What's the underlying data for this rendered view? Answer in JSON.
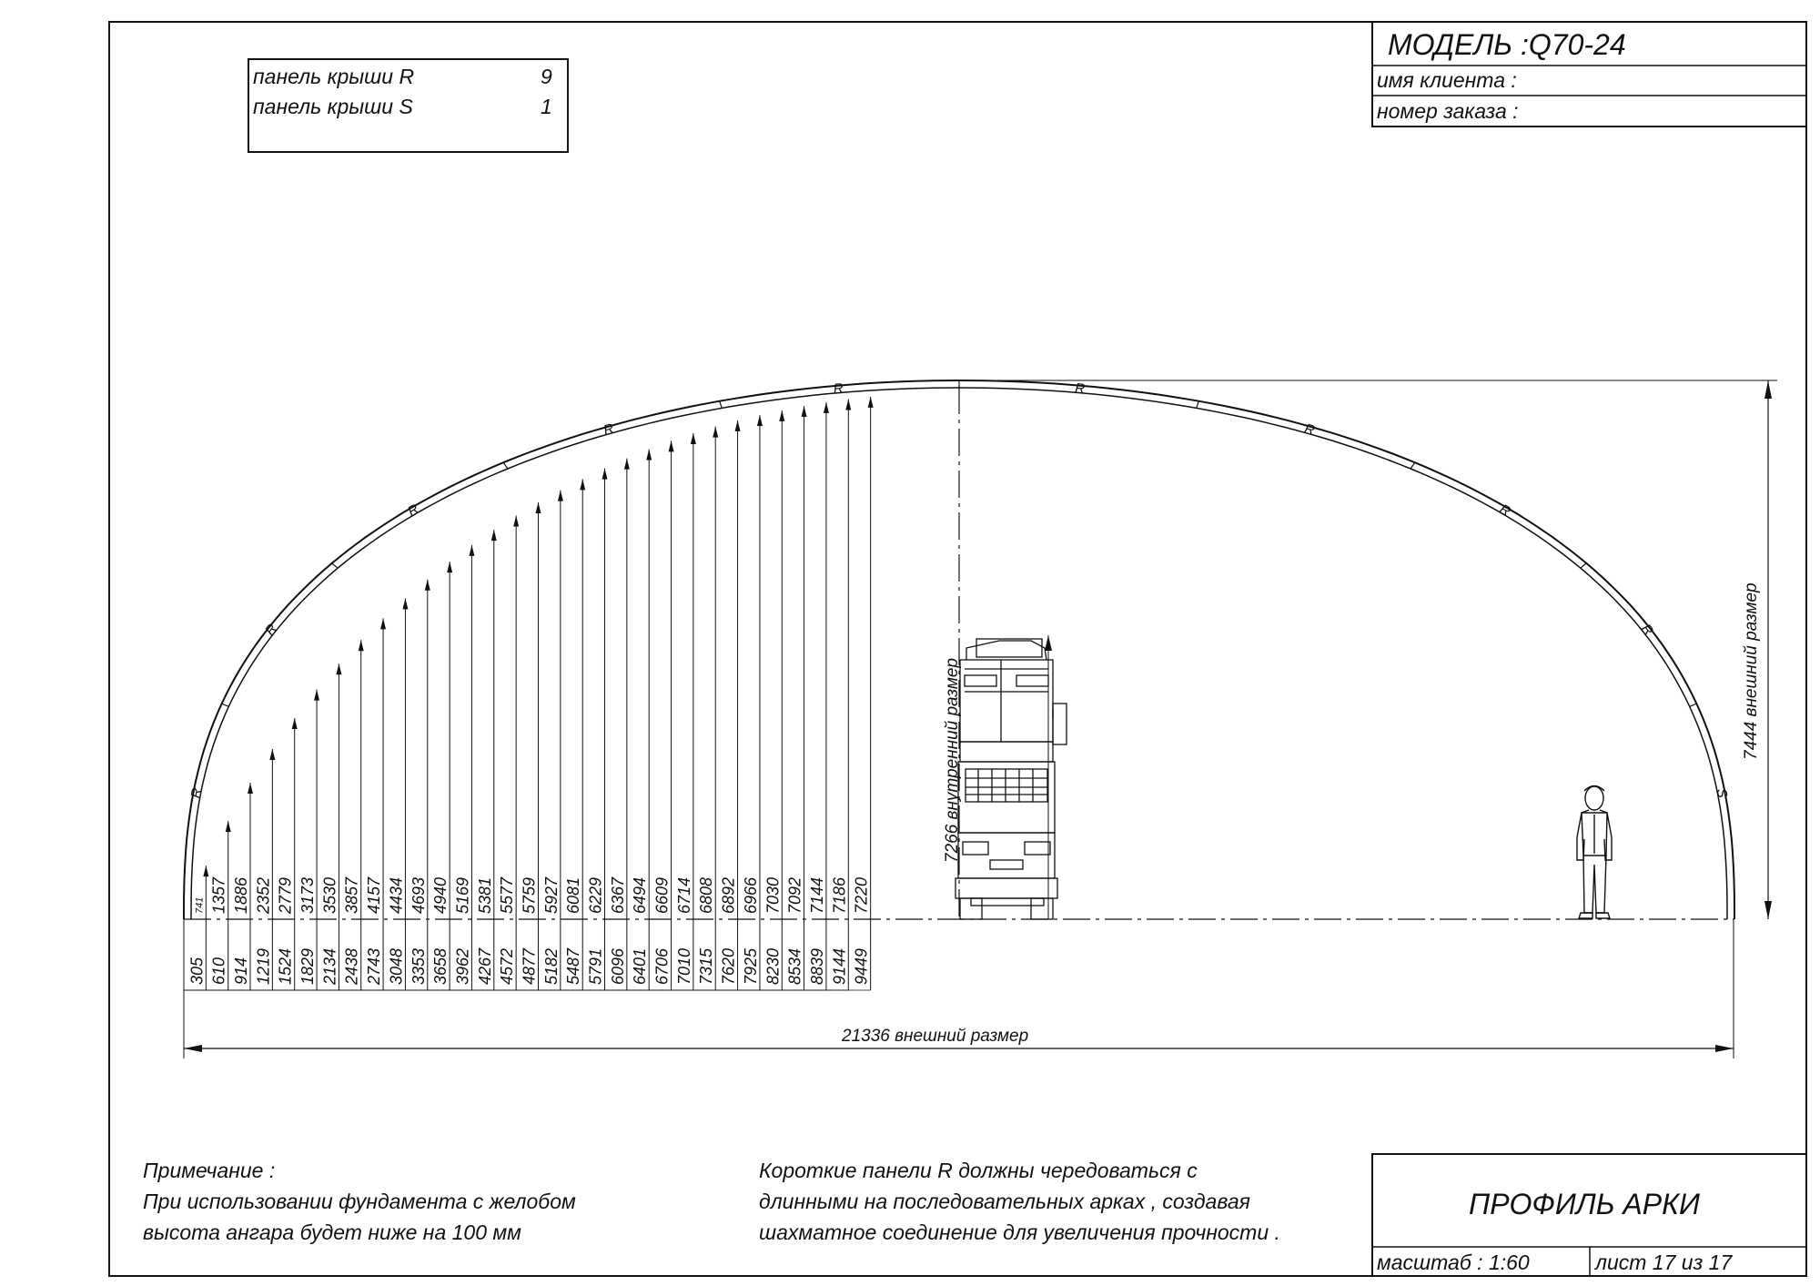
{
  "title_block": {
    "model": "МОДЕЛЬ :Q70-24",
    "client_label": "имя клиента :",
    "order_label": "номер заказа :",
    "drawing_title": "ПРОФИЛЬ АРКИ",
    "scale": "масштаб : 1:60",
    "sheet": "лист  17  из  17"
  },
  "panel_table": [
    {
      "label": "панель крыши  R",
      "count": "9"
    },
    {
      "label": "панель крыши  S",
      "count": "1"
    }
  ],
  "dimensions": {
    "outer_width": "21336  внешний размер",
    "outer_height": "7444  внешний размер",
    "inner_height": "7266  внутренний размер"
  },
  "horizontal_positions": [
    "305",
    "610",
    "914",
    "1219",
    "1524",
    "1829",
    "2134",
    "2438",
    "2743",
    "3048",
    "3353",
    "3658",
    "3962",
    "4267",
    "4572",
    "4877",
    "5182",
    "5487",
    "5791",
    "6096",
    "6401",
    "6706",
    "7010",
    "7315",
    "7620",
    "7925",
    "8230",
    "8534",
    "8839",
    "9144",
    "9449"
  ],
  "heights": [
    "741",
    "1357",
    "1886",
    "2352",
    "2779",
    "3173",
    "3530",
    "3857",
    "4157",
    "4434",
    "4693",
    "4940",
    "5169",
    "5381",
    "5577",
    "5759",
    "5927",
    "6081",
    "6229",
    "6367",
    "6494",
    "6609",
    "6714",
    "6808",
    "6892",
    "6966",
    "7030",
    "7092",
    "7144",
    "7186",
    "7220"
  ],
  "panel_labels": [
    "R",
    "R",
    "R",
    "R",
    "R",
    "R",
    "R",
    "R",
    "R",
    "S"
  ],
  "notes": {
    "left_title": "Примечание :",
    "left_line1": "При использовании фундамента с желобом",
    "left_line2": "высота ангара будет ниже на  100  мм",
    "right_line1": "Короткие панели  R  должны чередоваться  с",
    "right_line2": "длинными на последовательных арках , создавая",
    "right_line3": "шахматное соединение для увеличения прочности ."
  }
}
